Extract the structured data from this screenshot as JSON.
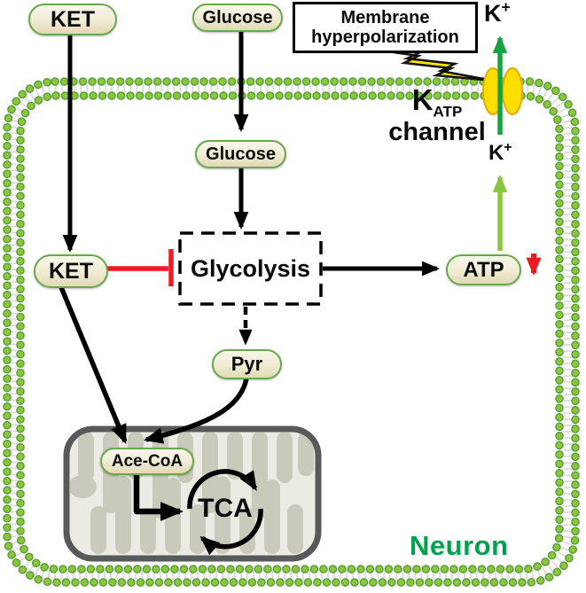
{
  "pills": {
    "ket_outside": "KET",
    "glucose_outside": "Glucose",
    "glucose_inside": "Glucose",
    "ket_inside": "KET",
    "atp": "ATP",
    "pyr": "Pyr",
    "ace_coa": "Ace-CoA"
  },
  "boxes": {
    "membrane_hyperpolarization": {
      "line1": "Membrane",
      "line2": "hyperpolarization"
    },
    "glycolysis": "Glycolysis"
  },
  "labels": {
    "k_ion_top": {
      "base": "K",
      "sup": "+"
    },
    "k_ion_bottom": {
      "base": "K",
      "sup": "+"
    },
    "katp_channel": {
      "k": "K",
      "sub": "ATP",
      "word": "channel"
    },
    "tca": "TCA",
    "neuron": "Neuron"
  },
  "colors": {
    "membrane_bead_green": "#8cc63f",
    "membrane_bead_outline": "#549b31",
    "membrane_tails_gray": "#d8d8d4",
    "arrow_black": "#000000",
    "inhibition_red": "#ed1c24",
    "atp_decrease_red": "#ed1c24",
    "k_flux_dark_green": "#17a340",
    "k_flux_light_green": "#8cc63f",
    "channel_yellow": "#ffdf00",
    "channel_yellow_outline": "#e8a80c",
    "lightning_yellow": "#ffe60a",
    "neuron_green": "#00a14e",
    "pill_border_green": "#69a84f",
    "pill_fill_cream": "#f0ebd2",
    "mitochondria_fill": "#ebebe3",
    "mitochondria_cristae": "#c9cabb",
    "mitochondria_border": "#58595b"
  },
  "relations": [
    "KET extracellular -> KET intracellular",
    "Glucose extracellular -> Glucose intracellular",
    "Glucose -> Glycolysis",
    "KET -| Glycolysis (red inhibition)",
    "Glycolysis -> ATP",
    "ATP decreased (red down arrow)",
    "Glycolysis --> Pyr (dashed)",
    "Pyr -> Ace-CoA",
    "KET -> Ace-CoA",
    "Ace-CoA -> TCA cycle",
    "ATP -> K+ efflux through KATP channel",
    "Membrane hyperpolarization (lightning) at KATP channel"
  ]
}
